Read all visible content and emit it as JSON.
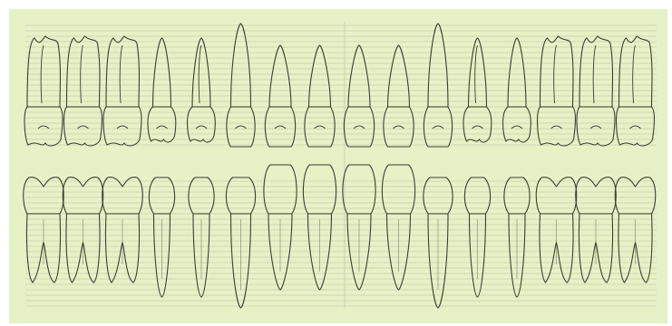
{
  "chart": {
    "background": "#e6f1c6",
    "outline_color": "#3a4032",
    "guide_line_color": "#b8c2a8",
    "cej_line_color": "#2d3327"
  },
  "arches": [
    {
      "name": "maxillary",
      "teeth": [
        {
          "type": "molar-upper",
          "roots": 3
        },
        {
          "type": "molar-upper",
          "roots": 3
        },
        {
          "type": "molar-upper",
          "roots": 3
        },
        {
          "type": "premolar-upper",
          "roots": 1
        },
        {
          "type": "premolar-upper",
          "roots": 2
        },
        {
          "type": "canine-upper",
          "roots": 1
        },
        {
          "type": "incisor-upper",
          "roots": 1
        },
        {
          "type": "incisor-upper",
          "roots": 1
        },
        {
          "type": "incisor-upper",
          "roots": 1
        },
        {
          "type": "incisor-upper",
          "roots": 1
        },
        {
          "type": "canine-upper",
          "roots": 1
        },
        {
          "type": "premolar-upper",
          "roots": 2
        },
        {
          "type": "premolar-upper",
          "roots": 1
        },
        {
          "type": "molar-upper",
          "roots": 3
        },
        {
          "type": "molar-upper",
          "roots": 3
        },
        {
          "type": "molar-upper",
          "roots": 3
        }
      ]
    },
    {
      "name": "mandibular",
      "teeth": [
        {
          "type": "molar-lower",
          "roots": 2
        },
        {
          "type": "molar-lower",
          "roots": 2
        },
        {
          "type": "molar-lower",
          "roots": 2
        },
        {
          "type": "premolar-lower",
          "roots": 1
        },
        {
          "type": "premolar-lower",
          "roots": 1
        },
        {
          "type": "canine-lower",
          "roots": 1
        },
        {
          "type": "incisor-lower",
          "roots": 1
        },
        {
          "type": "incisor-lower",
          "roots": 1
        },
        {
          "type": "incisor-lower",
          "roots": 1
        },
        {
          "type": "incisor-lower",
          "roots": 1
        },
        {
          "type": "canine-lower",
          "roots": 1
        },
        {
          "type": "premolar-lower",
          "roots": 1
        },
        {
          "type": "premolar-lower",
          "roots": 1
        },
        {
          "type": "molar-lower",
          "roots": 2
        },
        {
          "type": "molar-lower",
          "roots": 2
        },
        {
          "type": "molar-lower",
          "roots": 2
        }
      ]
    }
  ]
}
